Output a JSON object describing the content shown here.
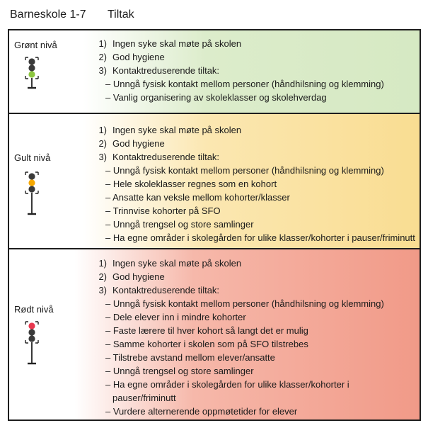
{
  "header": {
    "col1": "Barneskole 1-7",
    "col2": "Tiltak"
  },
  "levels": [
    {
      "label": "Grønt nivå",
      "active": "green",
      "items": [
        {
          "num": "1)",
          "text": "Ingen syke skal møte på skolen"
        },
        {
          "num": "2)",
          "text": "God hygiene"
        },
        {
          "num": "3)",
          "text": "Kontaktreduserende tiltak:"
        }
      ],
      "subitems": [
        "– Unngå fysisk kontakt mellom personer (håndhilsning og klemming)",
        "– Vanlig organisering av skoleklasser og skolehverdag"
      ]
    },
    {
      "label": "Gult nivå",
      "active": "yellow",
      "items": [
        {
          "num": "1)",
          "text": "Ingen syke skal møte på skolen"
        },
        {
          "num": "2)",
          "text": "God hygiene"
        },
        {
          "num": "3)",
          "text": "Kontaktreduserende tiltak:"
        }
      ],
      "subitems": [
        "– Unngå fysisk kontakt mellom personer (håndhilsning og klemming)",
        "– Hele skoleklasser regnes som en kohort",
        "– Ansatte kan veksle mellom kohorter/klasser",
        "– Trinnvise kohorter på SFO",
        "– Unngå trengsel og store samlinger",
        "– Ha egne områder i skolegården for ulike klasser/kohorter i pauser/friminutt"
      ]
    },
    {
      "label": "Rødt nivå",
      "active": "red",
      "items": [
        {
          "num": "1)",
          "text": "Ingen syke skal møte på skolen"
        },
        {
          "num": "2)",
          "text": "God hygiene"
        },
        {
          "num": "3)",
          "text": "Kontaktreduserende tiltak:"
        }
      ],
      "subitems": [
        "– Unngå fysisk kontakt mellom personer (håndhilsning og klemming)",
        "– Dele elever inn i mindre kohorter",
        "– Faste lærere til hver kohort så langt det er mulig",
        "– Samme kohorter i skolen som på SFO tilstrebes",
        "– Tilstrebe avstand mellom elever/ansatte",
        "– Unngå trengsel og store samlinger",
        "– Ha egne områder i skolegården for ulike klasser/kohorter i",
        "pauser/friminutt",
        "– Vurdere alternerende oppmøtetider for elever"
      ]
    }
  ],
  "colors": {
    "green_light": "#8cc63f",
    "yellow_light": "#f6a800",
    "red_light": "#e8384f",
    "off_light": "#3a3a3a"
  }
}
